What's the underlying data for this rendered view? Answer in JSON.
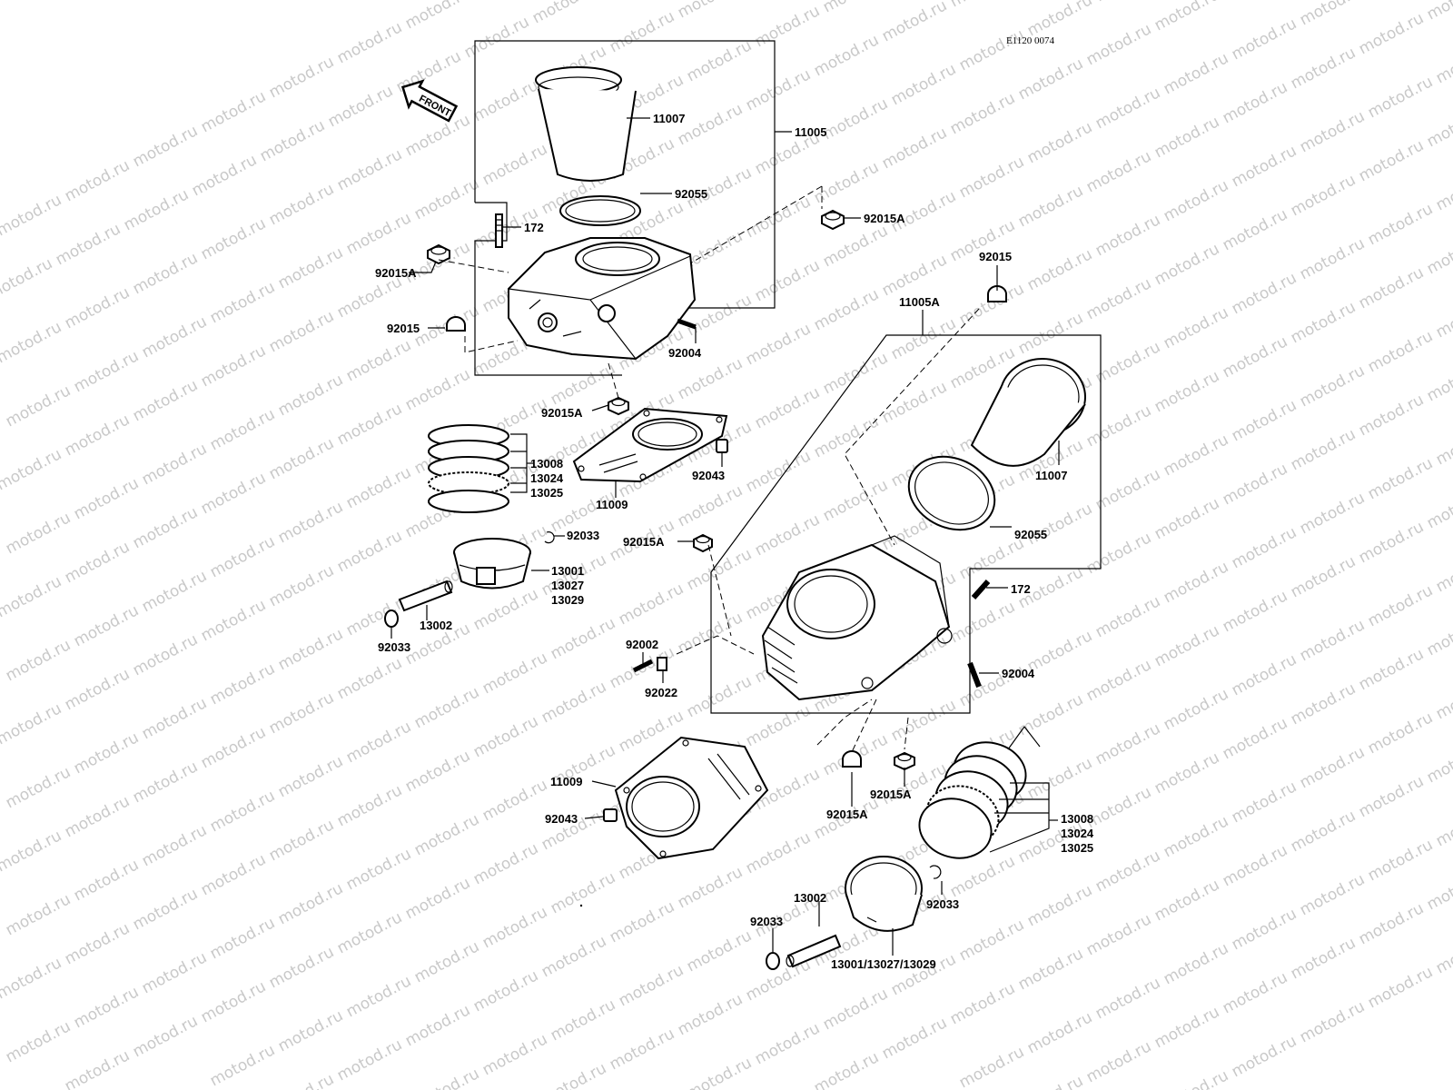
{
  "reference_code": "E1120 0074",
  "watermark": "motod.ru",
  "front_label": "FRONT",
  "labels": [
    {
      "id": "lbl-11007-a",
      "text": "11007"
    },
    {
      "id": "lbl-11005",
      "text": "11005"
    },
    {
      "id": "lbl-92055-a",
      "text": "92055"
    },
    {
      "id": "lbl-172-a",
      "text": "172"
    },
    {
      "id": "lbl-92015A-a",
      "text": "92015A"
    },
    {
      "id": "lbl-92015A-b",
      "text": "92015A"
    },
    {
      "id": "lbl-92015-a",
      "text": "92015"
    },
    {
      "id": "lbl-92004-a",
      "text": "92004"
    },
    {
      "id": "lbl-92015A-c",
      "text": "92015A"
    },
    {
      "id": "lbl-13008-a",
      "text": "13008"
    },
    {
      "id": "lbl-13024-a",
      "text": "13024"
    },
    {
      "id": "lbl-13025-a",
      "text": "13025"
    },
    {
      "id": "lbl-92043-a",
      "text": "92043"
    },
    {
      "id": "lbl-11009-a",
      "text": "11009"
    },
    {
      "id": "lbl-92033-a",
      "text": "92033"
    },
    {
      "id": "lbl-13001-a",
      "text": "13001"
    },
    {
      "id": "lbl-13027-a",
      "text": "13027"
    },
    {
      "id": "lbl-13029-a",
      "text": "13029"
    },
    {
      "id": "lbl-13002-a",
      "text": "13002"
    },
    {
      "id": "lbl-92033-b",
      "text": "92033"
    },
    {
      "id": "lbl-92015-b",
      "text": "92015"
    },
    {
      "id": "lbl-11005A",
      "text": "11005A"
    },
    {
      "id": "lbl-11007-b",
      "text": "11007"
    },
    {
      "id": "lbl-92055-b",
      "text": "92055"
    },
    {
      "id": "lbl-92015A-d",
      "text": "92015A"
    },
    {
      "id": "lbl-172-b",
      "text": "172"
    },
    {
      "id": "lbl-92002",
      "text": "92002"
    },
    {
      "id": "lbl-92022",
      "text": "92022"
    },
    {
      "id": "lbl-92004-b",
      "text": "92004"
    },
    {
      "id": "lbl-11009-b",
      "text": "11009"
    },
    {
      "id": "lbl-92043-b",
      "text": "92043"
    },
    {
      "id": "lbl-92015A-e",
      "text": "92015A"
    },
    {
      "id": "lbl-92015A-f",
      "text": "92015A"
    },
    {
      "id": "lbl-13008-b",
      "text": "13008"
    },
    {
      "id": "lbl-13024-b",
      "text": "13024"
    },
    {
      "id": "lbl-13025-b",
      "text": "13025"
    },
    {
      "id": "lbl-92033-c",
      "text": "92033"
    },
    {
      "id": "lbl-13002-b",
      "text": "13002"
    },
    {
      "id": "lbl-92033-d",
      "text": "92033"
    },
    {
      "id": "lbl-13001-combo",
      "text": "13001/13027/13029"
    }
  ]
}
